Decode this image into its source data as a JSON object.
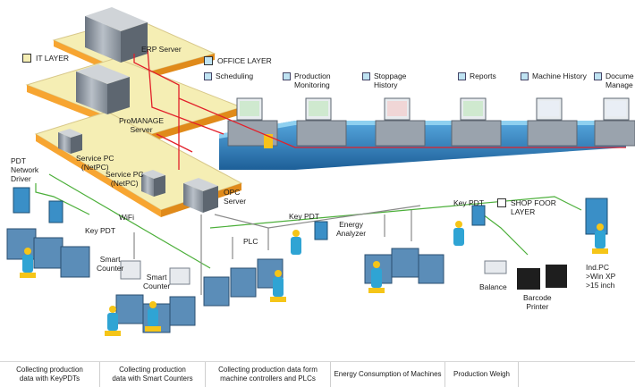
{
  "layers": {
    "it": "IT LAYER",
    "office": "OFFICE LAYER",
    "shop": "SHOP FOOR\nLAYER"
  },
  "servers": {
    "erp": "ERP Server",
    "promanage": "ProMANAGE\nServer",
    "service_pc_1": "Service PC\n(NetPC)",
    "service_pc_2": "Service PC\n(NetPC)",
    "opc": "OPC\nServer"
  },
  "office_modules": [
    {
      "label": "Scheduling"
    },
    {
      "label": "Production\nMonitoring"
    },
    {
      "label": "Stoppage\nHistory"
    },
    {
      "label": "Reports"
    },
    {
      "label": "Machine History"
    },
    {
      "label": "Docume\nManage"
    }
  ],
  "shop_labels": {
    "pdt_driver": "PDT\nNetwork\nDriver",
    "key_pdt_1": "Key PDT",
    "wifi": "WiFi",
    "smart_counter_1": "Smart\nCounter",
    "smart_counter_2": "Smart\nCounter",
    "plc": "PLC",
    "key_pdt_2": "Key PDT",
    "energy_analyzer": "Energy\nAnalyzer",
    "key_pdt_3": "Key PDT",
    "balance": "Balance",
    "barcode_printer": "Barcode\nPrinter",
    "ind_pc": "Ind.PC\n>Win XP\n>15 inch"
  },
  "footer": [
    "Collecting production\ndata with KeyPDTs",
    "Collecting production\ndata with Smart Counters",
    "Collecting production data form\nmachine controllers and PLCs",
    "Energy Consumption of Machines",
    "Production Weigh"
  ],
  "colors": {
    "it_layer": "#f5eeb4",
    "server_tier": "#f7a531",
    "office_belt": "#2a7fc1",
    "office_layer_swatch": "#bfe3f2",
    "network_red": "#e2202a",
    "network_green": "#4caf3a",
    "network_gray": "#8a8a8a"
  }
}
